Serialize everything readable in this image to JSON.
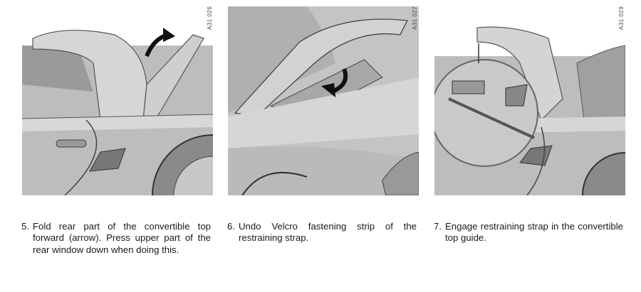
{
  "figures": [
    {
      "code": "A31 026",
      "caption_number": "5.",
      "caption_text": "Fold rear part of the convertible top forward (arrow). Press upper part of the rear window down when doing this.",
      "arrow": "curved-arrow-up"
    },
    {
      "code": "A31 027",
      "caption_number": "6.",
      "caption_text": "Undo Velcro fastening strip of the restraining strap.",
      "arrow": "curved-arrow-down"
    },
    {
      "code": "A31 029",
      "caption_number": "7.",
      "caption_text": "Engage restraining strap in the convertible top guide.",
      "arrow": null
    }
  ],
  "colors": {
    "background": "#ffffff",
    "panel_gray": "#b5b5b5",
    "text": "#1a1a1a"
  }
}
